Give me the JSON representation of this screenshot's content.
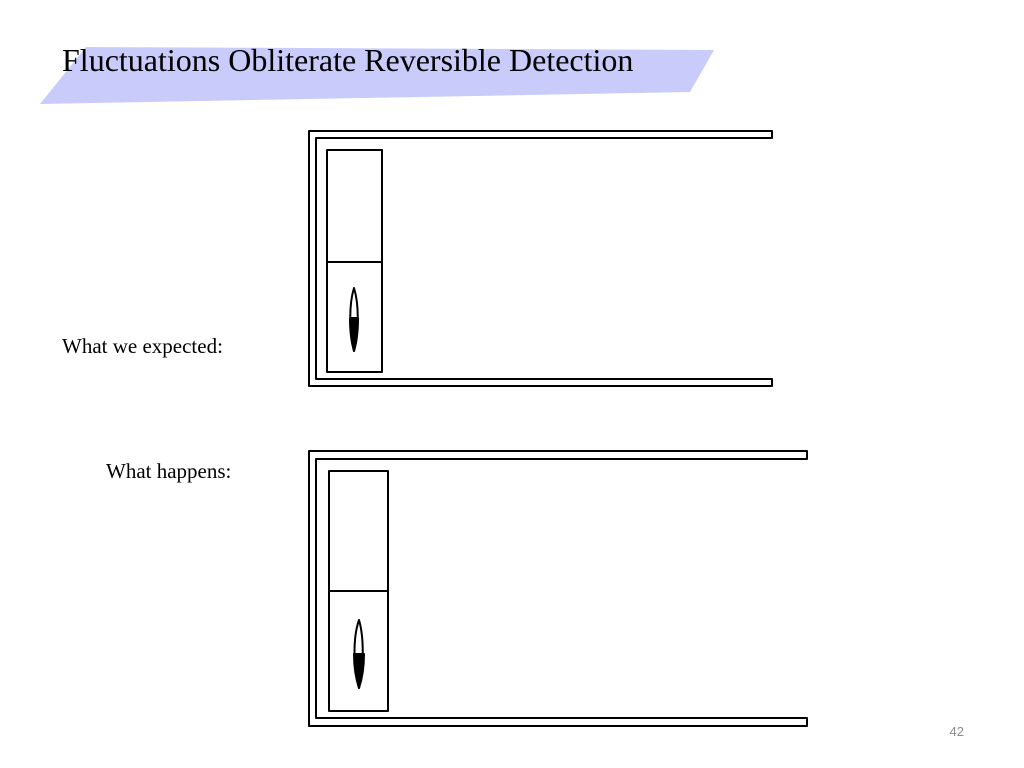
{
  "slide": {
    "title": "Fluctuations Obliterate Reversible Detection",
    "page_number": "42",
    "banner_color": "#c9cbfb"
  },
  "panels": [
    {
      "label": "What we expected:"
    },
    {
      "label": "What happens:"
    }
  ]
}
